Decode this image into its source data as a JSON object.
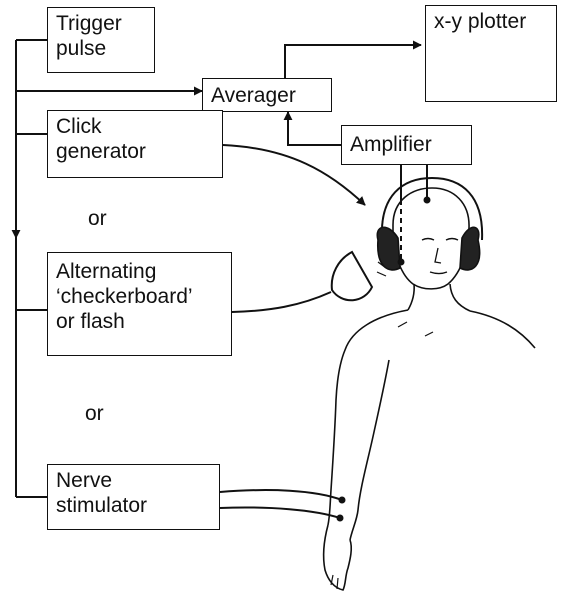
{
  "boxes": {
    "trigger": "Trigger\npulse",
    "averager": "Averager",
    "plotter": "x-y plotter",
    "click": "Click\ngenerator",
    "amplifier": "Amplifier",
    "checkerboard": "Alternating\n‘checkerboard’\nor flash",
    "nerve": "Nerve\nstimulator"
  },
  "connectors": {
    "or_1": "or",
    "or_2": "or"
  }
}
